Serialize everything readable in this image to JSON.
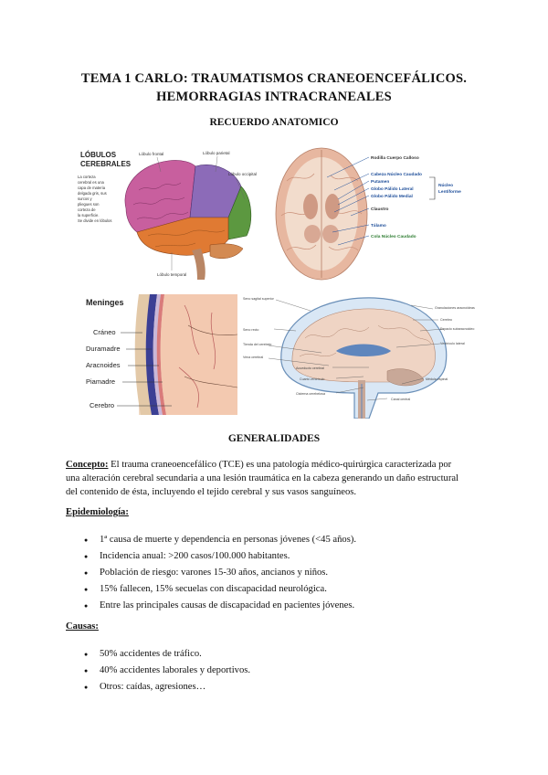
{
  "doc": {
    "title_line1": "TEMA 1 CARLO: TRAUMATISMOS CRANEOENCEFÁLICOS.",
    "title_line2": "HEMORRAGIAS INTRACRANEALES",
    "section_anatomy": "RECUERDO ANATOMICO",
    "section_general": "GENERALIDADES"
  },
  "figures": {
    "lobes": {
      "heading_line1": "LÓBULOS",
      "heading_line2": "CEREBRALES",
      "side_note": [
        "La corteza",
        "cerebral es una",
        "capa de materia",
        "delgada gris, sus",
        "surcos y",
        "pliegues son",
        "corteza de",
        "la superficie.",
        "Se divide en lóbulos"
      ],
      "label_frontal": "Lóbulo frontal",
      "label_parietal": "Lóbulo parietal",
      "label_occipital": "Lóbulo occipital",
      "label_temporal": "Lóbulo temporal"
    },
    "section": {
      "labels": [
        "Rodilla Cuerpo Calloso",
        "Cabeza Núcleo Caudado",
        "Putamen",
        "Globo Pálido Lateral",
        "Globo Pálido Medial",
        "Claustro",
        "Tálamo",
        "Cola Núcleo Caudado"
      ],
      "bracket_label_line1": "Núcleo",
      "bracket_label_line2": "Lentiforme"
    },
    "meninges": {
      "heading": "Meninges",
      "labels": [
        "Cráneo",
        "Duramadre",
        "Aracnoides",
        "Piamadre",
        "Cerebro"
      ]
    },
    "sagittal": {
      "labels_left": [
        "Seno sagital superior",
        "Seno recto",
        "Tienda del cerebelo",
        "Vena cerebral"
      ],
      "labels_right": [
        "Granulaciones aracnoideas",
        "Cerebro",
        "Espacio subaracnoideo",
        "Ventrículo lateral"
      ],
      "labels_bottom": [
        "Acueducto cerebral",
        "Cuarto ventrículo",
        "Cisterna cerebelosa",
        "Médula espinal",
        "Canal central"
      ]
    }
  },
  "concepto": {
    "label": "Concepto:",
    "lines": [
      "El trauma craneoencefálico (TCE) es una patología médico-quirúrgica caracterizada por",
      "una alteración cerebral secundaria a una lesión traumática en la cabeza generando un daño estructural",
      "del contenido de ésta, incluyendo el tejido cerebral y sus vasos sanguíneos."
    ]
  },
  "epidemiologia": {
    "label": "Epidemiología:",
    "items": [
      "1ª causa de muerte y dependencia en personas jóvenes (<45 años).",
      "Incidencia anual: >200 casos/100.000 habitantes.",
      "Población de riesgo: varones 15-30 años, ancianos y niños.",
      "15% fallecen, 15% secuelas con discapacidad neurológica.",
      "Entre las principales causas de discapacidad en pacientes jóvenes."
    ]
  },
  "causas": {
    "label": "Causas:",
    "items": [
      "50% accidentes de tráfico.",
      "40% accidentes laborales y deportivos.",
      "Otros: caídas, agresiones…"
    ]
  }
}
